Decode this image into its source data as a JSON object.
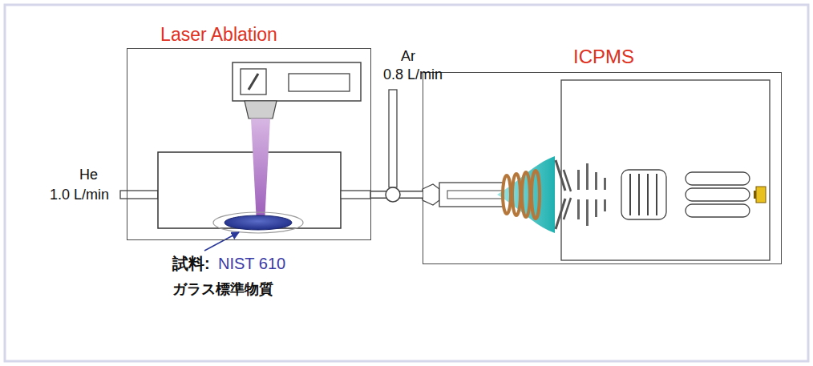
{
  "diagram": {
    "nodes": [
      {
        "text": [
          "Laser Ablation"
        ]
      },
      {
        "text": [
          "ICPMS"
        ]
      }
    ],
    "edges": [
      {
        "from": 0,
        "to": 1,
        "arrow": "none"
      }
    ],
    "labels": [
      "He",
      "1.0 L/min",
      "Ar",
      "0.8 L/min",
      "試料:",
      "NIST 610",
      "ガラス標準物質"
    ]
  }
}
